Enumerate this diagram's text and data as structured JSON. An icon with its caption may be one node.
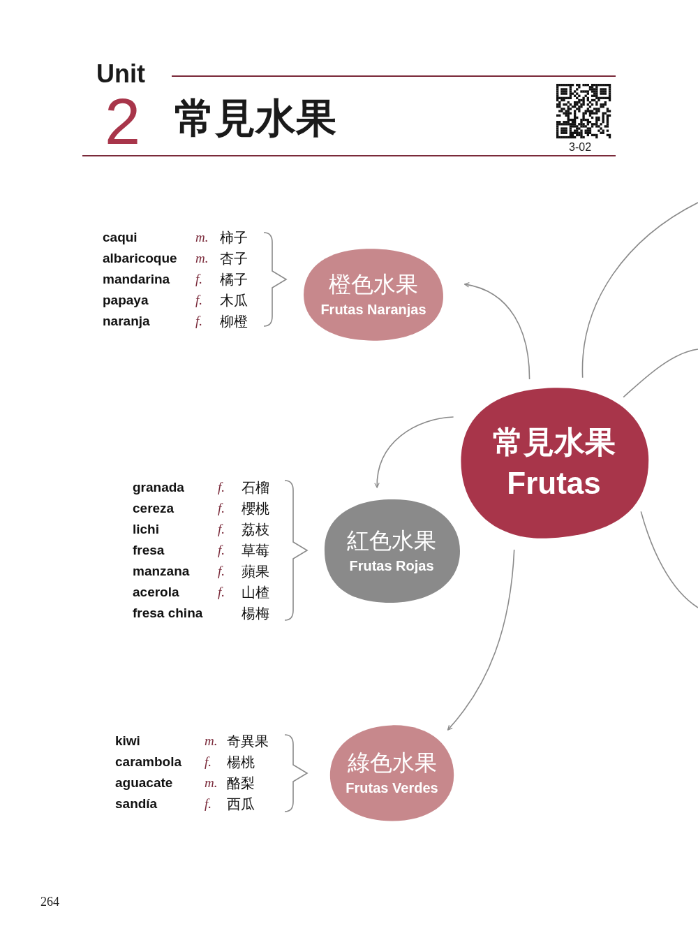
{
  "diagram": {
    "title": "常見水果",
    "nodes": [
      {
        "text": [
          "常見水果",
          "Frutas"
        ]
      },
      {
        "text": [
          "橙色水果",
          "Frutas Naranjas"
        ]
      },
      {
        "text": [
          "紅色水果",
          "Frutas Rojas"
        ]
      },
      {
        "text": [
          "綠色水果",
          "Frutas Verdes"
        ]
      }
    ],
    "edges": [
      {
        "from": 0,
        "to": 1,
        "arrow": "to"
      },
      {
        "from": 0,
        "to": 2,
        "arrow": "to"
      },
      {
        "from": 0,
        "to": 3,
        "arrow": "to"
      },
      {
        "from": 0,
        "to": null,
        "arrow": "none"
      },
      {
        "from": 0,
        "to": null,
        "arrow": "none"
      },
      {
        "from": 0,
        "to": null,
        "arrow": "none"
      }
    ],
    "labels": [
      "Unit",
      "2",
      "3-02",
      "caqui",
      "m.",
      "柿子",
      "albaricoque",
      "m.",
      "杏子",
      "mandarina",
      "f.",
      "橘子",
      "papaya",
      "f.",
      "木瓜",
      "naranja",
      "f.",
      "柳橙",
      "granada",
      "f.",
      "石榴",
      "cereza",
      "f.",
      "櫻桃",
      "lichi",
      "f.",
      "荔枝",
      "fresa",
      "f.",
      "草莓",
      "manzana",
      "f.",
      "蘋果",
      "acerola",
      "f.",
      "山楂",
      "fresa china",
      "楊梅",
      "kiwi",
      "m.",
      "奇異果",
      "carambola",
      "f.",
      "楊桃",
      "aguacate",
      "m.",
      "酪梨",
      "sandía",
      "f.",
      "西瓜",
      "264"
    ]
  }
}
